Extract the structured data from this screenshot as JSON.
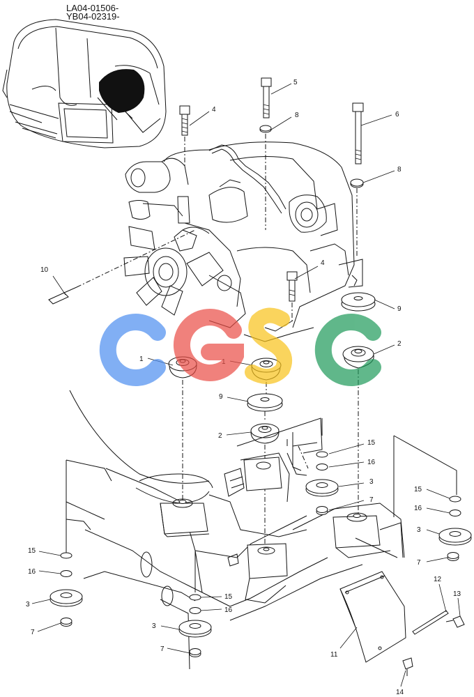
{
  "header": {
    "ref_line_1": "LA04-01506-",
    "ref_line_2": "YB04-02319-"
  },
  "callouts": [
    {
      "number": "1",
      "part": "rubber-mount"
    },
    {
      "number": "1",
      "part": "rubber-mount"
    },
    {
      "number": "2",
      "part": "rubber-mount-lower"
    },
    {
      "number": "2",
      "part": "rubber-mount-lower"
    },
    {
      "number": "3",
      "part": "cushion-washer"
    },
    {
      "number": "3",
      "part": "cushion-washer"
    },
    {
      "number": "3",
      "part": "cushion-washer"
    },
    {
      "number": "3",
      "part": "cushion-washer"
    },
    {
      "number": "4",
      "part": "bolt"
    },
    {
      "number": "4",
      "part": "bolt"
    },
    {
      "number": "5",
      "part": "bolt"
    },
    {
      "number": "6",
      "part": "long-bolt"
    },
    {
      "number": "7",
      "part": "nut"
    },
    {
      "number": "7",
      "part": "nut"
    },
    {
      "number": "7",
      "part": "nut"
    },
    {
      "number": "7",
      "part": "nut"
    },
    {
      "number": "8",
      "part": "washer"
    },
    {
      "number": "8",
      "part": "washer"
    },
    {
      "number": "9",
      "part": "rubber-plate"
    },
    {
      "number": "9",
      "part": "rubber-plate"
    },
    {
      "number": "10",
      "part": "glow-plug"
    },
    {
      "number": "11",
      "part": "cover-plate"
    },
    {
      "number": "12",
      "part": "rod"
    },
    {
      "number": "13",
      "part": "bolt"
    },
    {
      "number": "14",
      "part": "clip"
    },
    {
      "number": "15",
      "part": "washer"
    },
    {
      "number": "15",
      "part": "washer"
    },
    {
      "number": "15",
      "part": "washer"
    },
    {
      "number": "15",
      "part": "washer"
    },
    {
      "number": "16",
      "part": "spring-washer"
    },
    {
      "number": "16",
      "part": "spring-washer"
    },
    {
      "number": "16",
      "part": "spring-washer"
    },
    {
      "number": "16",
      "part": "spring-washer"
    }
  ],
  "watermark": {
    "letters": [
      "C",
      "G",
      "S",
      "C"
    ],
    "colors": [
      "#4d8ef0",
      "#ea4d45",
      "#f8c21a",
      "#1e9a5a"
    ],
    "opacity": 0.7
  }
}
